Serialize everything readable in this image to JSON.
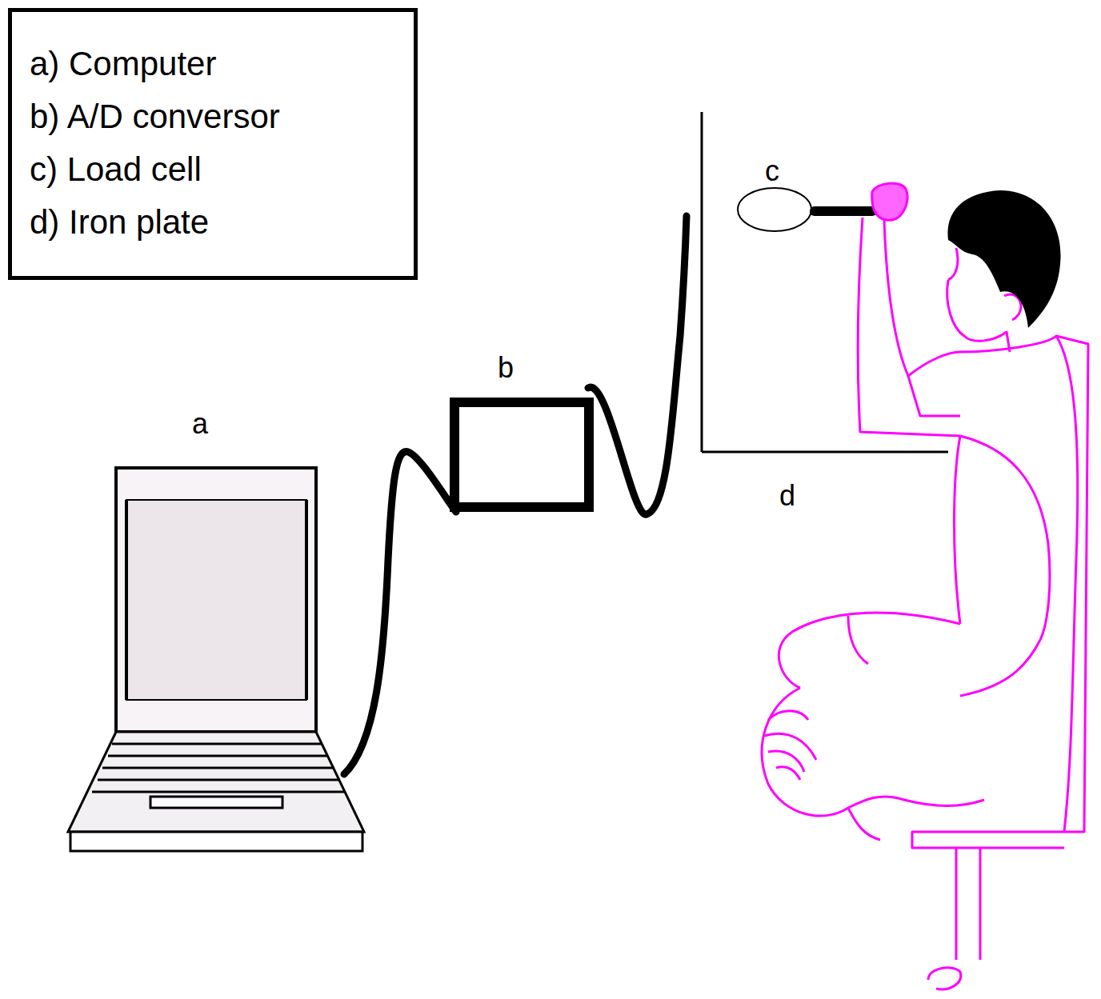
{
  "diagram": {
    "nodes": [
      {
        "text": [
          "a) Computer",
          "b) A/D conversor",
          "c) Load cell",
          "d) Iron plate"
        ]
      }
    ],
    "labels": [
      "a",
      "b",
      "c",
      "d"
    ]
  }
}
